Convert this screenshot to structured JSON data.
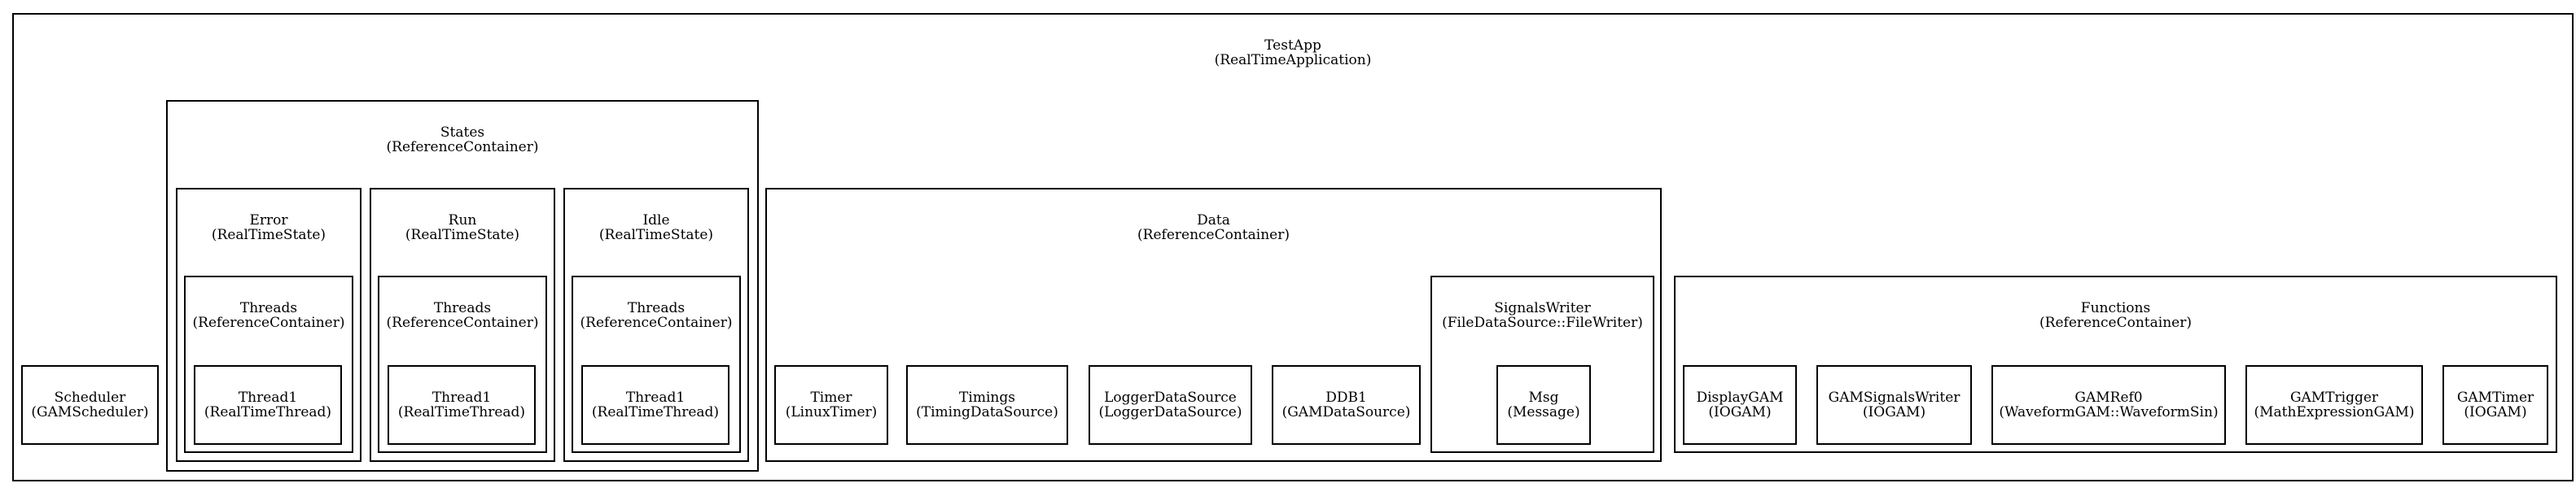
{
  "diagram": {
    "testapp": {
      "name": "TestApp",
      "type": "(RealTimeApplication)"
    },
    "scheduler": {
      "name": "Scheduler",
      "type": "(GAMScheduler)"
    },
    "states": {
      "name": "States",
      "type": "(ReferenceContainer)"
    },
    "error": {
      "name": "Error",
      "type": "(RealTimeState)"
    },
    "error_threads": {
      "name": "Threads",
      "type": "(ReferenceContainer)"
    },
    "error_thread1": {
      "name": "Thread1",
      "type": "(RealTimeThread)"
    },
    "run": {
      "name": "Run",
      "type": "(RealTimeState)"
    },
    "run_threads": {
      "name": "Threads",
      "type": "(ReferenceContainer)"
    },
    "run_thread1": {
      "name": "Thread1",
      "type": "(RealTimeThread)"
    },
    "idle": {
      "name": "Idle",
      "type": "(RealTimeState)"
    },
    "idle_threads": {
      "name": "Threads",
      "type": "(ReferenceContainer)"
    },
    "idle_thread1": {
      "name": "Thread1",
      "type": "(RealTimeThread)"
    },
    "data": {
      "name": "Data",
      "type": "(ReferenceContainer)"
    },
    "timer": {
      "name": "Timer",
      "type": "(LinuxTimer)"
    },
    "timings": {
      "name": "Timings",
      "type": "(TimingDataSource)"
    },
    "logger": {
      "name": "LoggerDataSource",
      "type": "(LoggerDataSource)"
    },
    "ddb1": {
      "name": "DDB1",
      "type": "(GAMDataSource)"
    },
    "signalswriter": {
      "name": "SignalsWriter",
      "type": "(FileDataSource::FileWriter)"
    },
    "msg": {
      "name": "Msg",
      "type": "(Message)"
    },
    "functions": {
      "name": "Functions",
      "type": "(ReferenceContainer)"
    },
    "displaygam": {
      "name": "DisplayGAM",
      "type": "(IOGAM)"
    },
    "gamsignalswriter": {
      "name": "GAMSignalsWriter",
      "type": "(IOGAM)"
    },
    "gamref0": {
      "name": "GAMRef0",
      "type": "(WaveformGAM::WaveformSin)"
    },
    "gamtrigger": {
      "name": "GAMTrigger",
      "type": "(MathExpressionGAM)"
    },
    "gamtimer": {
      "name": "GAMTimer",
      "type": "(IOGAM)"
    }
  }
}
